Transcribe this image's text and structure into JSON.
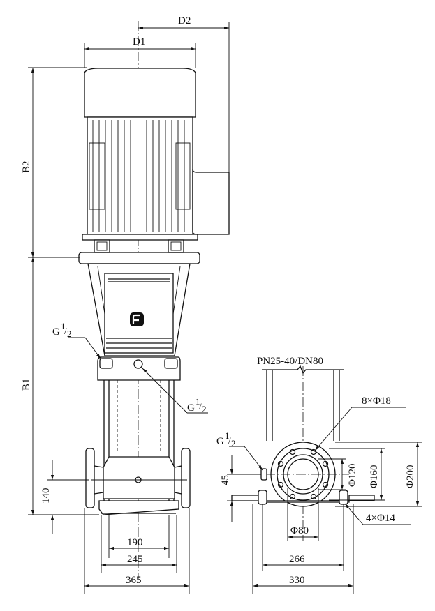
{
  "front_view": {
    "dim_D1": "D1",
    "dim_D2": "D2",
    "dim_B1": "B1",
    "dim_B2": "B2",
    "dim_140": "140",
    "dim_190": "190",
    "dim_245": "245",
    "dim_365": "365",
    "port_upper": {
      "label": "G",
      "sup": "1",
      "sub": "2"
    },
    "port_lower": {
      "label": "G",
      "sup": "1",
      "sub": "2"
    },
    "logo_icon": "pump-brand-logo-icon"
  },
  "side_view": {
    "flange_spec": "PN25-40/DN80",
    "bolt_holes": "8×Φ18",
    "dim_120": "Φ120",
    "dim_160": "Φ160",
    "dim_200": "Φ200",
    "dim_45": "45",
    "dim_80": "Φ80",
    "dim_266": "266",
    "dim_330": "330",
    "anchor_holes": "4×Φ14",
    "port": {
      "label": "G",
      "sup": "1",
      "sub": "2"
    }
  },
  "colors": {
    "line": "#111111",
    "background": "#ffffff"
  }
}
